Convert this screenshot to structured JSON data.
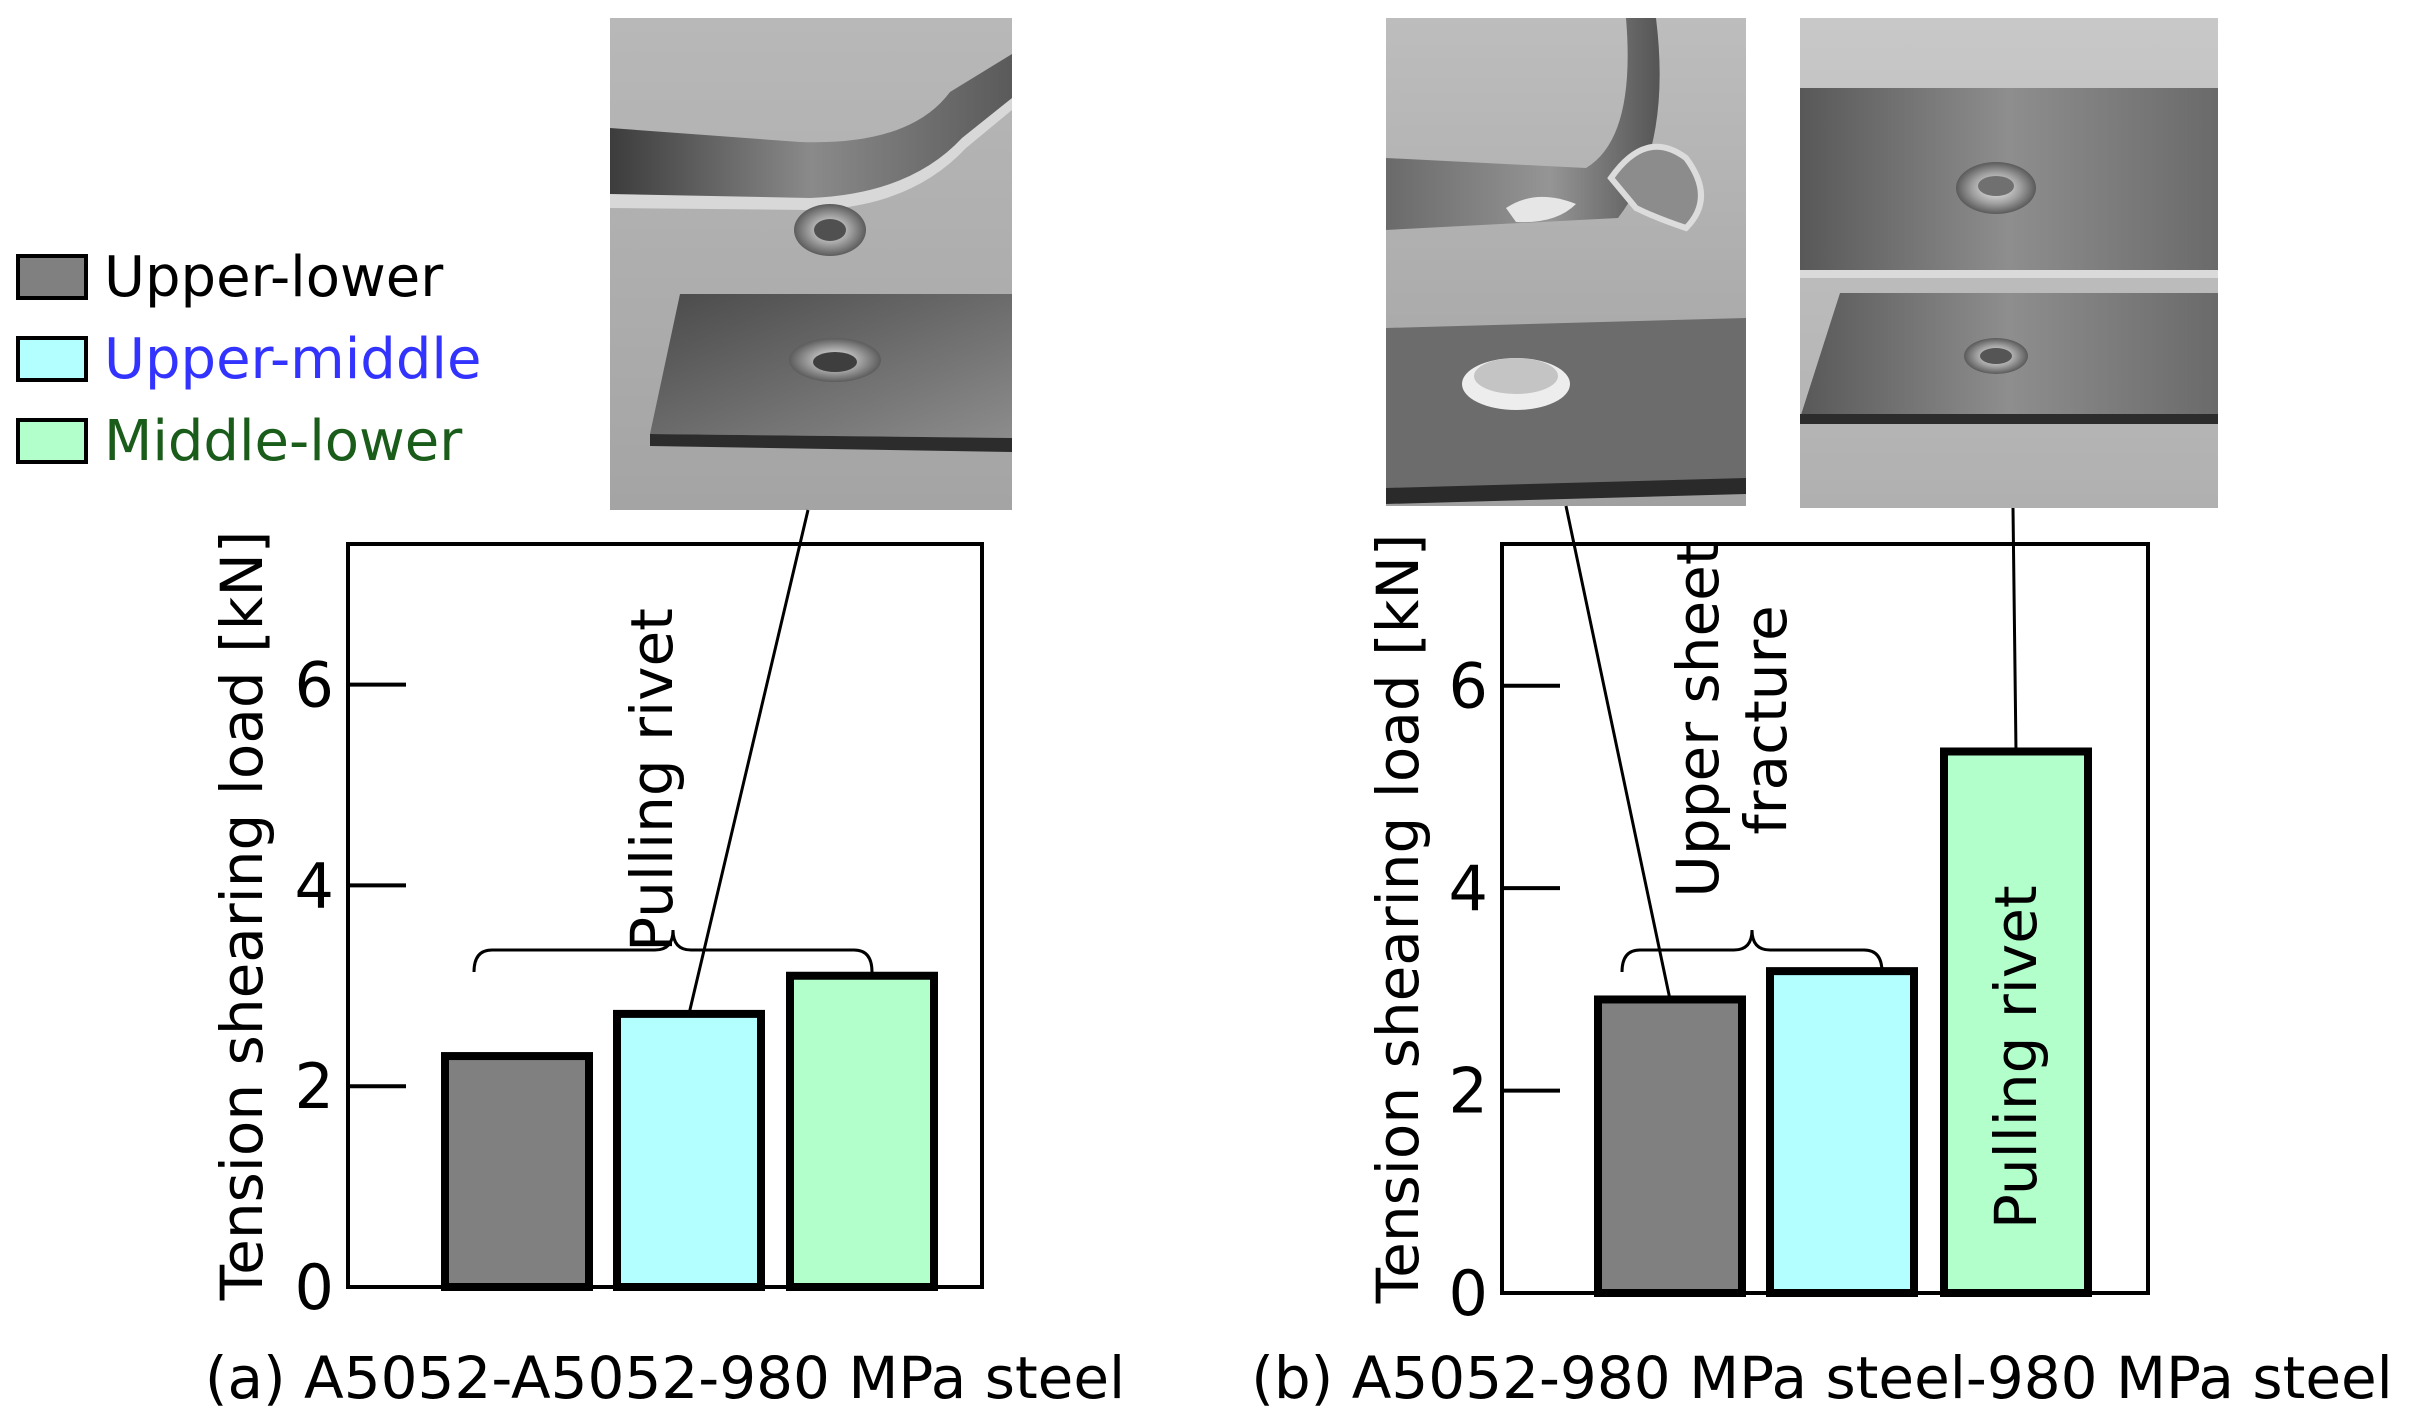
{
  "legend": [
    {
      "label": "Upper-lower",
      "fill": "#808080",
      "text_color": "#000000"
    },
    {
      "label": "Upper-middle",
      "fill": "#b3ffff",
      "text_color": "#3333ff"
    },
    {
      "label": "Middle-lower",
      "fill": "#b3ffcc",
      "text_color": "#1a5c1a"
    }
  ],
  "chart_data": [
    {
      "type": "bar",
      "caption": "(a) A5052-A5052-980 MPa steel",
      "ylabel": "Tension shearing load [kN]",
      "ylim": [
        0,
        7.4
      ],
      "yticks": [
        0,
        2,
        4,
        6
      ],
      "categories": [
        "Upper-lower",
        "Upper-middle",
        "Middle-lower"
      ],
      "values": [
        2.3,
        2.72,
        3.1
      ],
      "colors": [
        "#808080",
        "#b3ffff",
        "#b3ffcc"
      ],
      "annotations": [
        {
          "text": "Pulling rivet",
          "type": "bracket",
          "bars": [
            0,
            2
          ]
        }
      ]
    },
    {
      "type": "bar",
      "caption": "(b) A5052-980 MPa steel-980 MPa steel",
      "ylabel": "Tension shearing load [kN]",
      "ylim": [
        0,
        7.4
      ],
      "yticks": [
        0,
        2,
        4,
        6
      ],
      "categories": [
        "Upper-lower",
        "Upper-middle",
        "Middle-lower"
      ],
      "values": [
        2.9,
        3.18,
        5.35
      ],
      "colors": [
        "#808080",
        "#b3ffff",
        "#b3ffcc"
      ],
      "annotations": [
        {
          "text_lines": [
            "Upper sheet",
            "fracture"
          ],
          "type": "bracket",
          "bars": [
            0,
            1
          ]
        },
        {
          "text": "Pulling rivet",
          "type": "inside-bar",
          "bar": 2
        }
      ]
    }
  ]
}
